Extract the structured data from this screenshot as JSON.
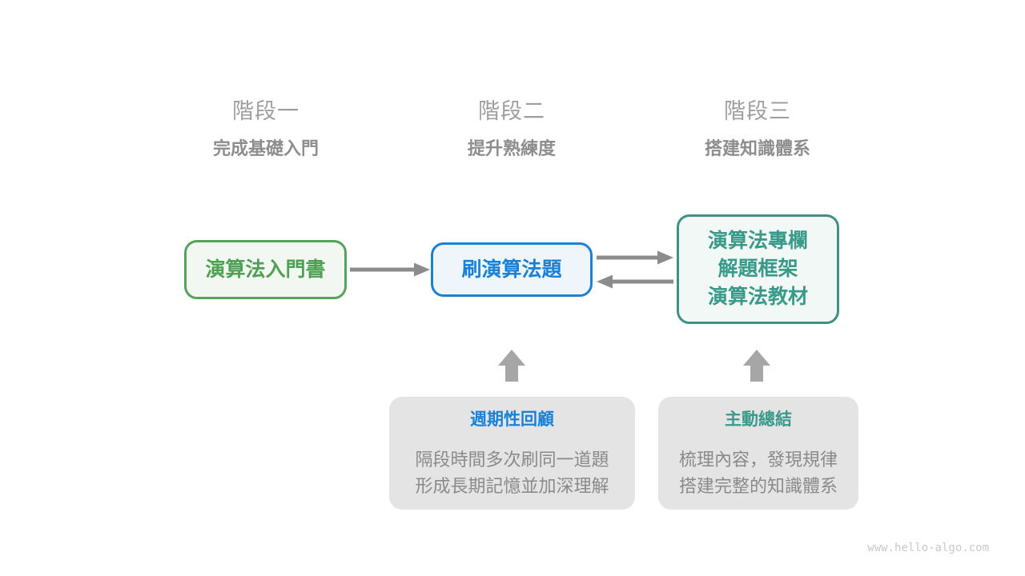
{
  "stages": [
    {
      "number": "階段一",
      "subtitle": "完成基礎入門"
    },
    {
      "number": "階段二",
      "subtitle": "提升熟練度"
    },
    {
      "number": "階段三",
      "subtitle": "搭建知識體系"
    }
  ],
  "nodes": {
    "intro_book": {
      "label": "演算法入門書"
    },
    "practice": {
      "label": "刷演算法題"
    },
    "resources": {
      "lines": [
        "演算法專欄",
        "解題框架",
        "演算法教材"
      ]
    }
  },
  "notes": [
    {
      "title": "週期性回顧",
      "body_lines": [
        "隔段時間多次刷同一道題",
        "形成長期記憶並加深理解"
      ]
    },
    {
      "title": "主動總結",
      "body_lines": [
        "梳理內容，發現規律",
        "搭建完整的知識體系"
      ]
    }
  ],
  "watermark": "www.hello-algo.com",
  "colors": {
    "green-border": "#56a15c",
    "green-text": "#4f9f55",
    "green-bg": "#f2f8f1",
    "blue-border": "#1a81d6",
    "blue-text": "#1a81d6",
    "blue-bg": "#eef6fc",
    "teal-border": "#3f9184",
    "teal-text": "#399a8a",
    "teal-bg": "#f1f8f5",
    "arrow": "#8c8c8c",
    "block-arrow": "#a6a6a6",
    "note-bg": "#e4e4e4",
    "note-body-text": "#8a8a8a",
    "stage-number-text": "#9e9e9e",
    "stage-subtitle-text": "#8d8d8d",
    "watermark-text": "#c9c9c9"
  }
}
